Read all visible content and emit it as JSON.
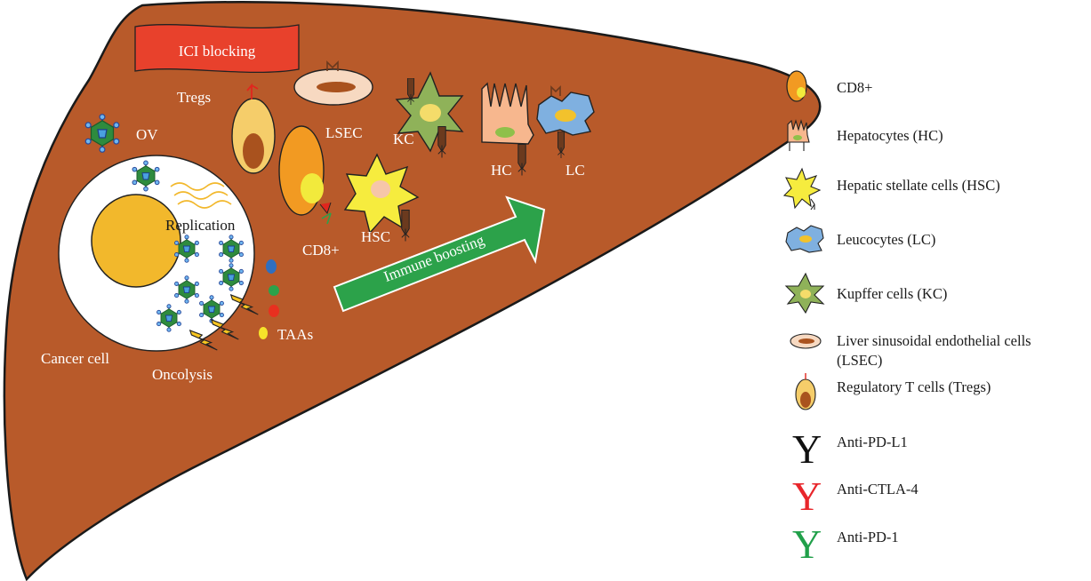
{
  "diagram": {
    "banner": "ICI blocking",
    "labels": {
      "tregs": "Tregs",
      "lsec": "LSEC",
      "kc": "KC",
      "hc": "HC",
      "lc": "LC",
      "ov": "OV",
      "cd8": "CD8+",
      "hsc": "HSC",
      "replication": "Replication",
      "taas": "TAAs",
      "cancer_cell": "Cancer cell",
      "oncolysis": "Oncolysis",
      "immune_boosting": "Immune boosting"
    },
    "colors": {
      "liver": "#b85a2a",
      "banner": "#e8412c",
      "arrow": "#2ca24a",
      "taa_blue": "#2f6fc0",
      "taa_green": "#2ca24a",
      "taa_red": "#e8301f",
      "taa_yellow": "#f6e32a",
      "virus": "#2e8b3e"
    }
  },
  "legend": {
    "items": [
      {
        "icon": "cd8-cell-icon",
        "label": "CD8+"
      },
      {
        "icon": "hepatocyte-icon",
        "label": "Hepatocytes (HC)"
      },
      {
        "icon": "hepatic-stellate-cell-icon",
        "label": "Hepatic stellate cells (HSC)"
      },
      {
        "icon": "leucocyte-icon",
        "label": "Leucocytes (LC)"
      },
      {
        "icon": "kupffer-cell-icon",
        "label": "Kupffer cells (KC)"
      },
      {
        "icon": "lsec-cell-icon",
        "label": "Liver sinusoidal endothelial cells",
        "label2": "(LSEC)"
      },
      {
        "icon": "treg-cell-icon",
        "label": "Regulatory T cells (Tregs)"
      },
      {
        "icon": "antibody-black-icon",
        "label": "Anti-PD-L1",
        "color": "#111111"
      },
      {
        "icon": "antibody-red-icon",
        "label": "Anti-CTLA-4",
        "color": "#e8262b"
      },
      {
        "icon": "antibody-green-icon",
        "label": "Anti-PD-1",
        "color": "#21a04a"
      }
    ]
  }
}
